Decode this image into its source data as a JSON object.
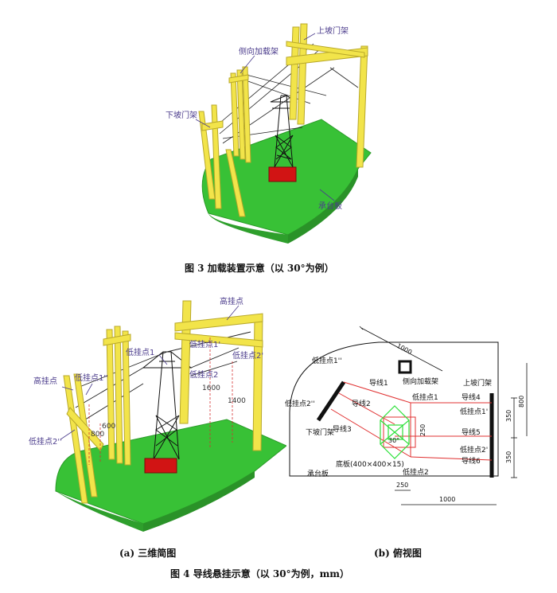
{
  "figure3": {
    "labels": {
      "upper_gantry": "上坡门架",
      "side_loading": "侧向加载架",
      "lower_gantry": "下坡门架",
      "platform": "承台板"
    },
    "caption": "图 3    加载装置示意（以 30°为例）"
  },
  "figure4a": {
    "labels": {
      "high_point_top": "高挂点",
      "low_point1": "低挂点1",
      "low_point1p": "低挂点1'",
      "low_point2": "低挂点2",
      "low_point2p": "低挂点2'",
      "high_point_left": "高挂点",
      "low_point1pp": "低挂点1''",
      "low_point2pp": "低挂点2''",
      "dim_800": "800",
      "dim_600": "600",
      "dim_1600": "1600",
      "dim_1400": "1400"
    },
    "caption": "(a)  三维简图"
  },
  "figure4b": {
    "labels": {
      "dim_1000_top": "1000",
      "low_point1pp": "低挂点1''",
      "side_loading": "侧向加载架",
      "upper_gantry": "上坡门架",
      "low_point2pp": "低挂点2''",
      "wire1": "导线1",
      "wire2": "导线2",
      "wire3": "导线3",
      "wire4": "导线4",
      "wire5": "导线5",
      "wire6": "导线6",
      "low_point1": "低挂点1",
      "low_point1p": "低挂点1'",
      "low_point2": "低挂点2",
      "low_point2p": "低挂点2'",
      "lower_gantry": "下坡门架",
      "base_plate": "底板(400×400×15)",
      "platform": "承台板",
      "angle": "30°",
      "dim_250_v": "250",
      "dim_250_h": "250",
      "dim_350a": "350",
      "dim_350b": "350",
      "dim_800": "800",
      "dim_1000_bottom": "1000"
    },
    "caption": "(b)  俯视图"
  },
  "figure4_caption": "图 4    导线悬挂示意（以 30°为例，mm）",
  "colors": {
    "platform_green": "#38c136",
    "platform_edge": "#2a9a28",
    "frame_yellow": "#f2e44a",
    "frame_edge": "#b8a82a",
    "base_red": "#d11414",
    "label_purple": "#4b3c8c",
    "dim_red": "#d43030",
    "wire_red": "#e03030",
    "plan_green": "#2ee03a"
  }
}
